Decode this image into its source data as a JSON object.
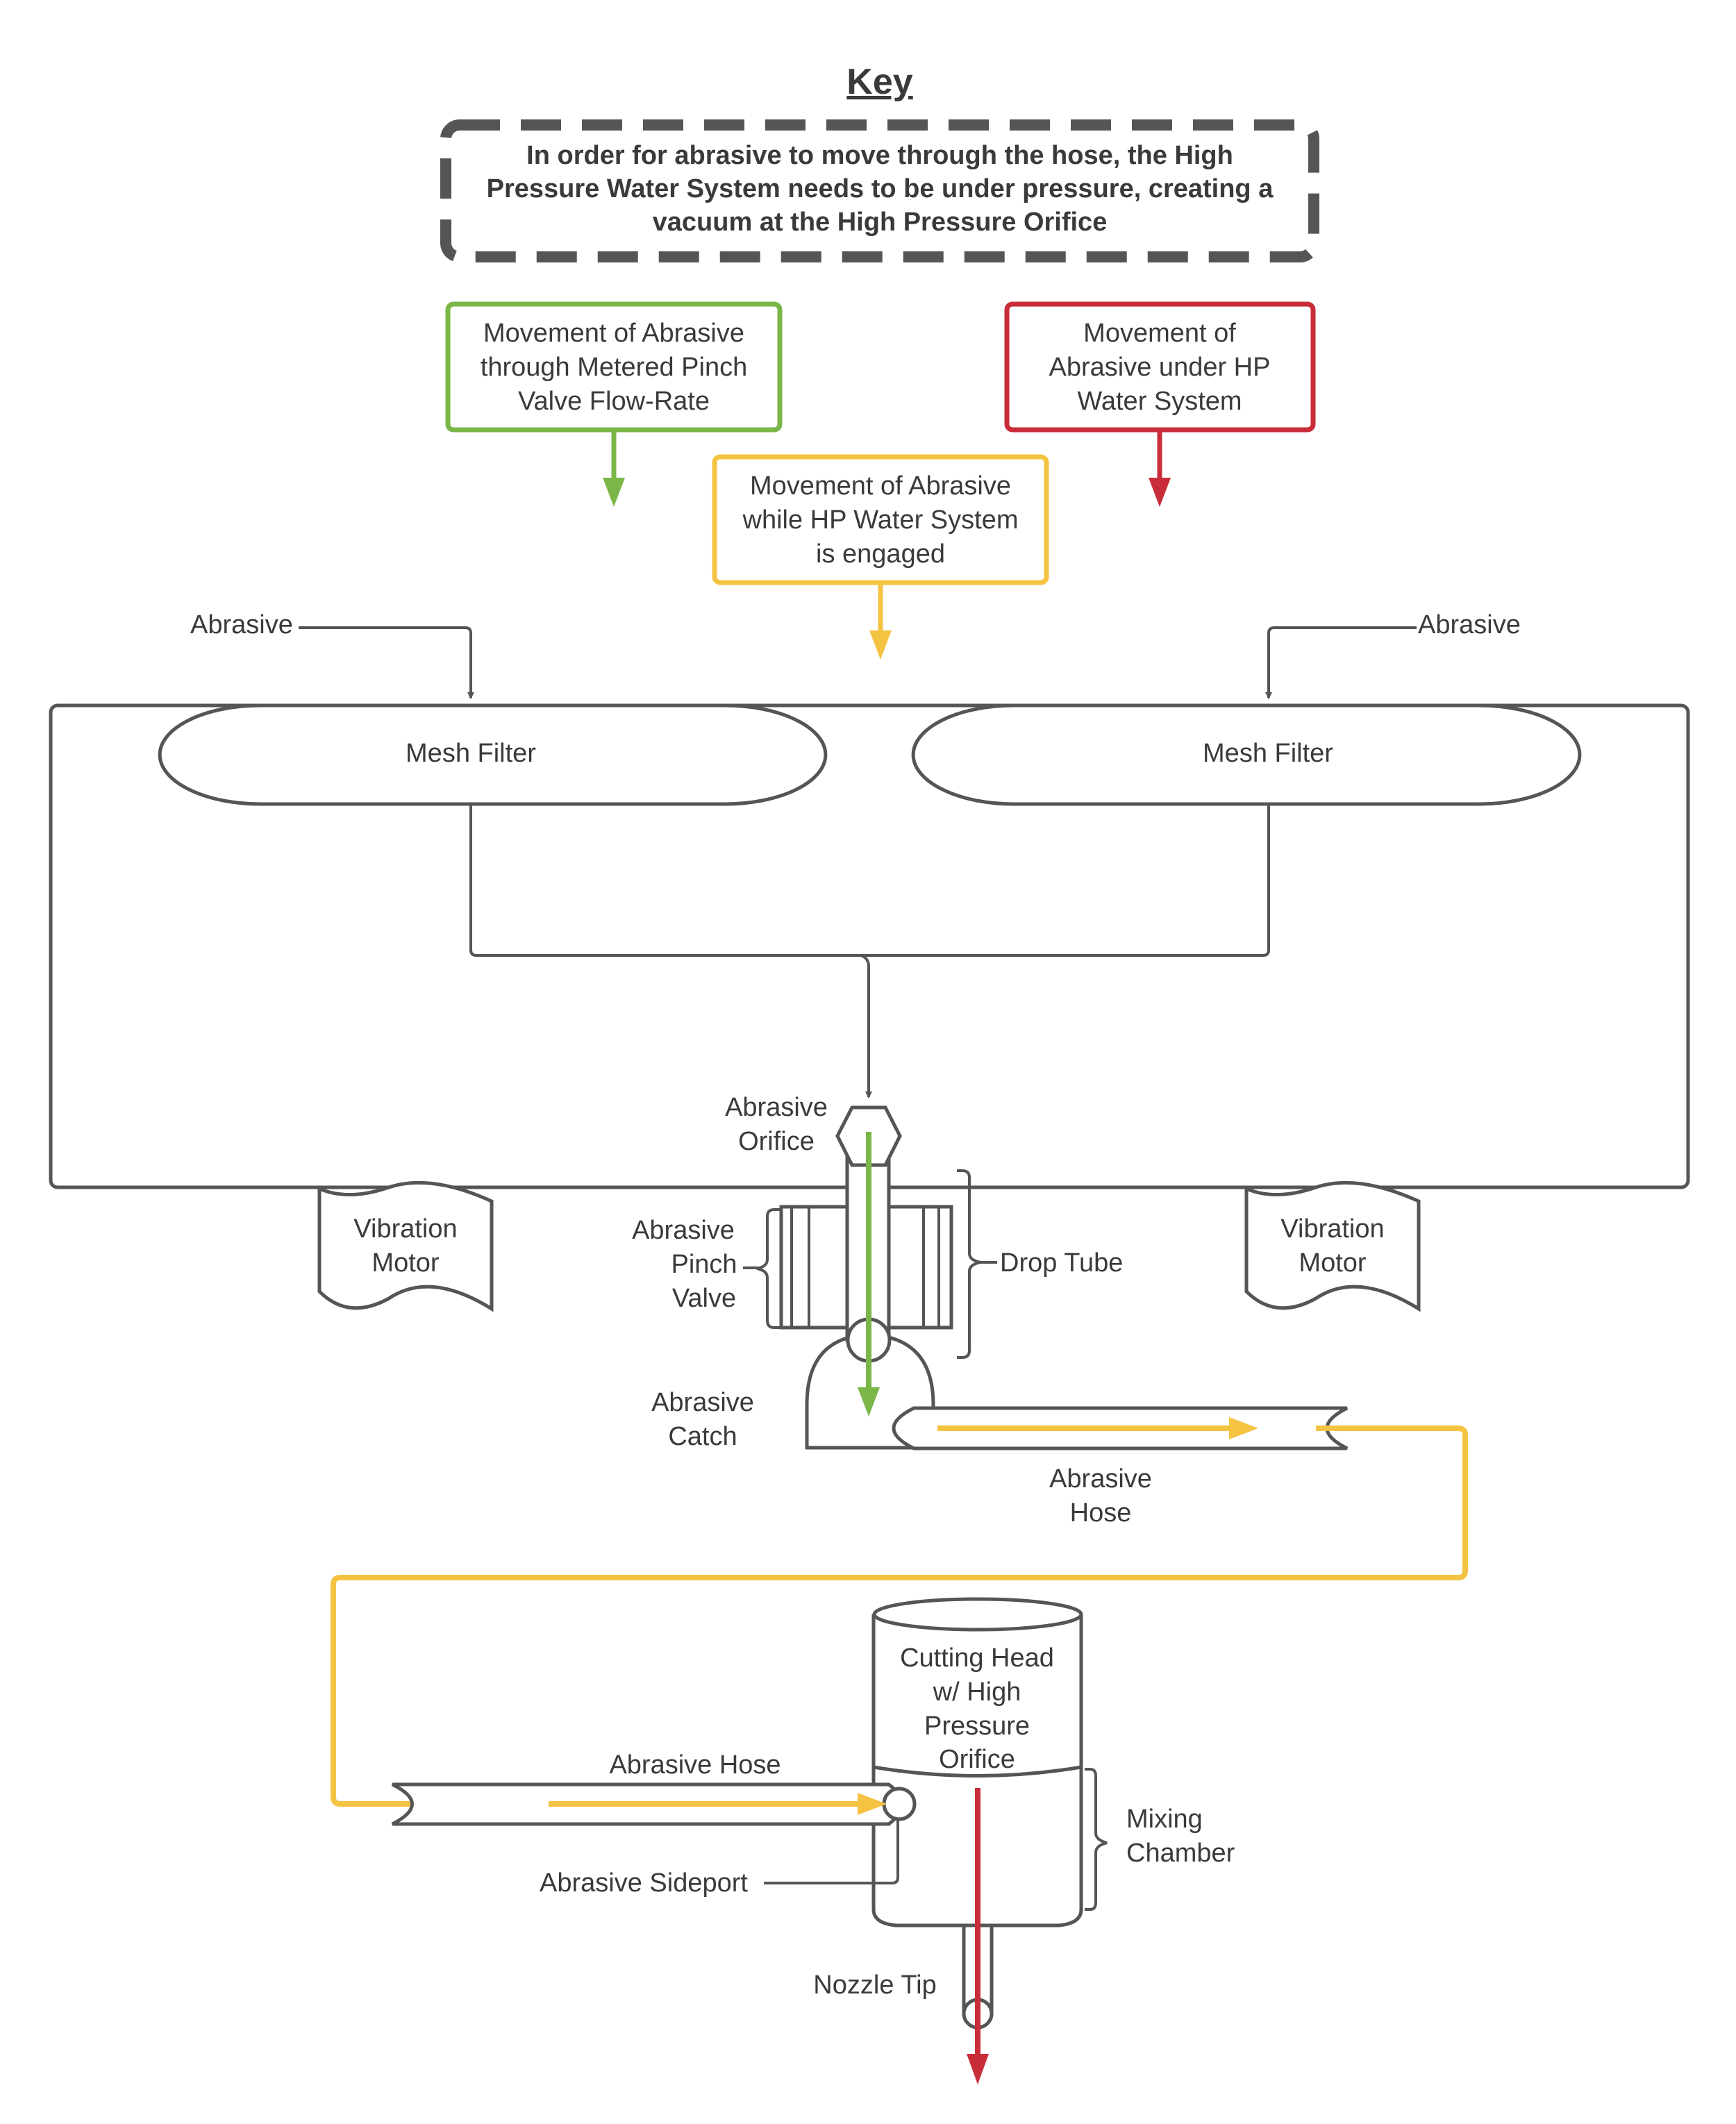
{
  "key": {
    "title": "Key",
    "note": [
      "In order for abrasive to move through the hose, the High",
      "Pressure Water System needs to be under pressure, creating a",
      "vacuum at the High Pressure Orifice"
    ],
    "legend": [
      {
        "lines": [
          "Movement of Abrasive",
          "through Metered Pinch",
          "Valve Flow-Rate"
        ],
        "color": "#7ab648"
      },
      {
        "lines": [
          "Movement of Abrasive",
          "while HP Water System",
          "is engaged"
        ],
        "color": "#f5c342"
      },
      {
        "lines": [
          "Movement of",
          "Abrasive under HP",
          "Water System"
        ],
        "color": "#c92d39"
      }
    ]
  },
  "diagram": {
    "abrasive_left": "Abrasive",
    "abrasive_right": "Abrasive",
    "mesh_filter_left": "Mesh Filter",
    "mesh_filter_right": "Mesh Filter",
    "abrasive_orifice": [
      "Abrasive",
      "Orifice"
    ],
    "vibration_motor_left": [
      "Vibration",
      "Motor"
    ],
    "vibration_motor_right": [
      "Vibration",
      "Motor"
    ],
    "pinch_valve": [
      "Abrasive",
      "Pinch",
      "Valve"
    ],
    "drop_tube": "Drop Tube",
    "abrasive_catch": [
      "Abrasive",
      "Catch"
    ],
    "abrasive_hose_upper": [
      "Abrasive",
      "Hose"
    ],
    "cutting_head": [
      "Cutting Head",
      "w/ High",
      "Pressure",
      "Orifice"
    ],
    "abrasive_hose_lower": "Abrasive Hose",
    "mixing_chamber": [
      "Mixing",
      "Chamber"
    ],
    "abrasive_sideport": "Abrasive Sideport",
    "nozzle_tip": "Nozzle Tip"
  },
  "colors": {
    "green": "#7ab648",
    "yellow": "#f5c342",
    "red": "#c92d39",
    "line": "#555555"
  }
}
